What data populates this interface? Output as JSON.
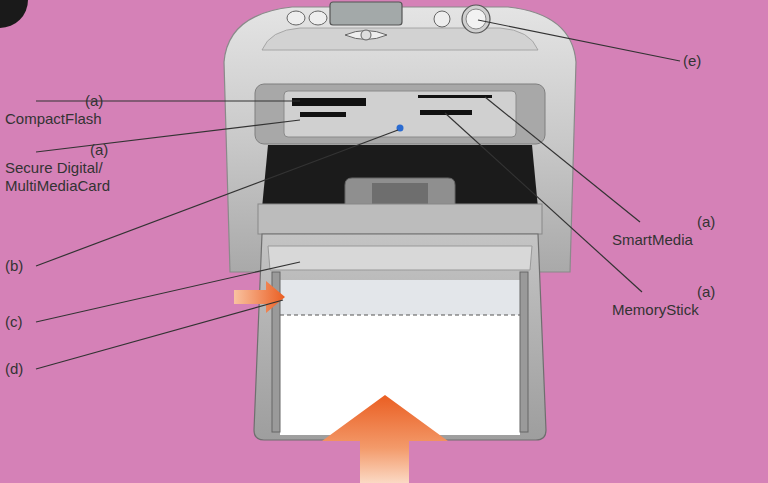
{
  "diagram": {
    "labels": [
      "(e)",
      "(a) CompactFlash",
      "(a) Secure Digital/ MultiMediaCard",
      "(a) SmartMedia",
      "(a) MemoryStick",
      "(b)",
      "(c)",
      "(d)"
    ]
  }
}
